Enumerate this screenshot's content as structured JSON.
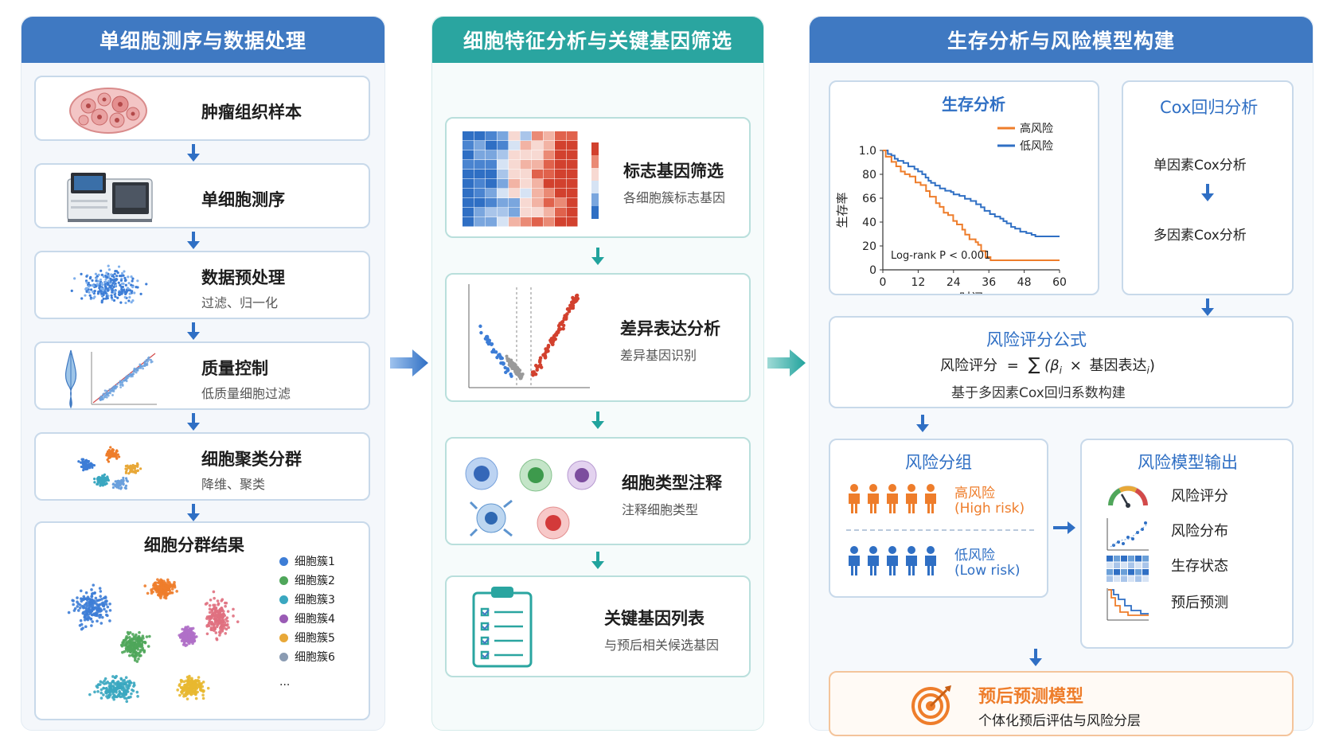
{
  "panel1": {
    "header": "单细胞测序与数据处理",
    "steps": [
      {
        "title": "肿瘤组织样本",
        "sub": ""
      },
      {
        "title": "单细胞测序",
        "sub": ""
      },
      {
        "title": "数据预处理",
        "sub": "过滤、归一化"
      },
      {
        "title": "质量控制",
        "sub": "低质量细胞过滤"
      },
      {
        "title": "细胞聚类分群",
        "sub": "降维、聚类"
      }
    ],
    "result": {
      "title": "细胞分群结果",
      "legend": [
        {
          "label": "细胞簇1",
          "color": "#3d7dd6"
        },
        {
          "label": "细胞簇2",
          "color": "#4fa65a"
        },
        {
          "label": "细胞簇3",
          "color": "#3aa7c0"
        },
        {
          "label": "细胞簇4",
          "color": "#9a5bb5"
        },
        {
          "label": "细胞簇5",
          "color": "#e8a838"
        },
        {
          "label": "细胞簇6",
          "color": "#8a9bb2"
        }
      ],
      "more": "..."
    }
  },
  "panel2": {
    "header": "细胞特征分析与关键基因筛选",
    "steps": [
      {
        "title": "标志基因筛选",
        "sub": "各细胞簇标志基因"
      },
      {
        "title": "差异表达分析",
        "sub": "差异基因识别"
      },
      {
        "title": "细胞类型注释",
        "sub": "注释细胞类型"
      },
      {
        "title": "关键基因列表",
        "sub": "与预后相关候选基因"
      }
    ]
  },
  "panel3": {
    "header": "生存分析与风险模型构建",
    "survival": {
      "title": "生存分析",
      "ylabel": "生存率",
      "xlabel": "时间",
      "yticks": [
        "1.0",
        "80",
        "66",
        "40",
        "20",
        "0"
      ],
      "xticks": [
        "0",
        "12",
        "24",
        "36",
        "48",
        "60"
      ],
      "annotation": "Log-rank P < 0.001",
      "legend": [
        {
          "label": "高风险",
          "color": "#ee7d2b"
        },
        {
          "label": "低风险",
          "color": "#2f6fc4"
        }
      ]
    },
    "cox": {
      "title": "Cox回归分析",
      "uni": "单因素Cox分析",
      "multi": "多因素Cox分析"
    },
    "formula": {
      "title": "风险评分公式",
      "lhs": "风险评分",
      "eq": "=",
      "sum": "∑",
      "beta": "(β",
      "sub_i": "i",
      "times": "×",
      "gene": "基因表达",
      "close": ")",
      "note": "基于多因素Cox回归系数构建"
    },
    "grouping": {
      "title": "风险分组",
      "high_label": "高风险",
      "high_en": "(High risk)",
      "low_label": "低风险",
      "low_en": "(Low risk)",
      "high_color": "#ee7d2b",
      "low_color": "#2f6fc4"
    },
    "output": {
      "title": "风险模型输出",
      "items": [
        "风险评分",
        "风险分布",
        "生存状态",
        "预后预测"
      ]
    },
    "model": {
      "title": "预后预测模型",
      "sub": "个体化预后评估与风险分层"
    }
  }
}
